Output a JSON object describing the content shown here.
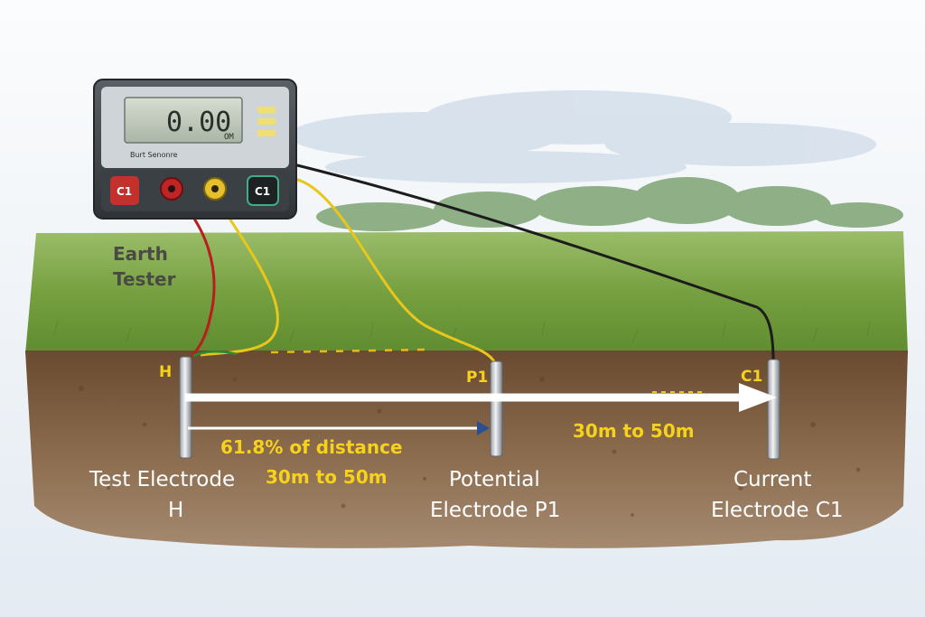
{
  "tester": {
    "display_value": "0.00",
    "display_unit": "OM",
    "brand_text": "Burt Senonre",
    "terminal_c1_left": "C1",
    "terminal_c1_right": "C1",
    "label_line1": "Earth",
    "label_line2": "Tester"
  },
  "electrodes": {
    "h_tag": "H",
    "p1_tag": "P1",
    "c1_tag": "C1",
    "h_name_line1": "Test Electrode",
    "h_name_line2": "H",
    "p1_name_line1": "Potential",
    "p1_name_line2": "Electrode P1",
    "c1_name_line1": "Current",
    "c1_name_line2": "Electrode C1"
  },
  "distances": {
    "pct_label": "61.8% of distance",
    "pct_range": "30m to 50m",
    "total_range": "30m to 50m"
  },
  "colors": {
    "sky_top": "#f2f5f9",
    "grass": "#6f9a3c",
    "soil": "#7a5a3e",
    "wire_red": "#b81e1e",
    "wire_yellow": "#e9c61c",
    "wire_black": "#1c1c1c",
    "arrow_white": "#ffffff",
    "arrow_blue": "#2b4f8f",
    "label_yellow": "#f6d21a"
  }
}
